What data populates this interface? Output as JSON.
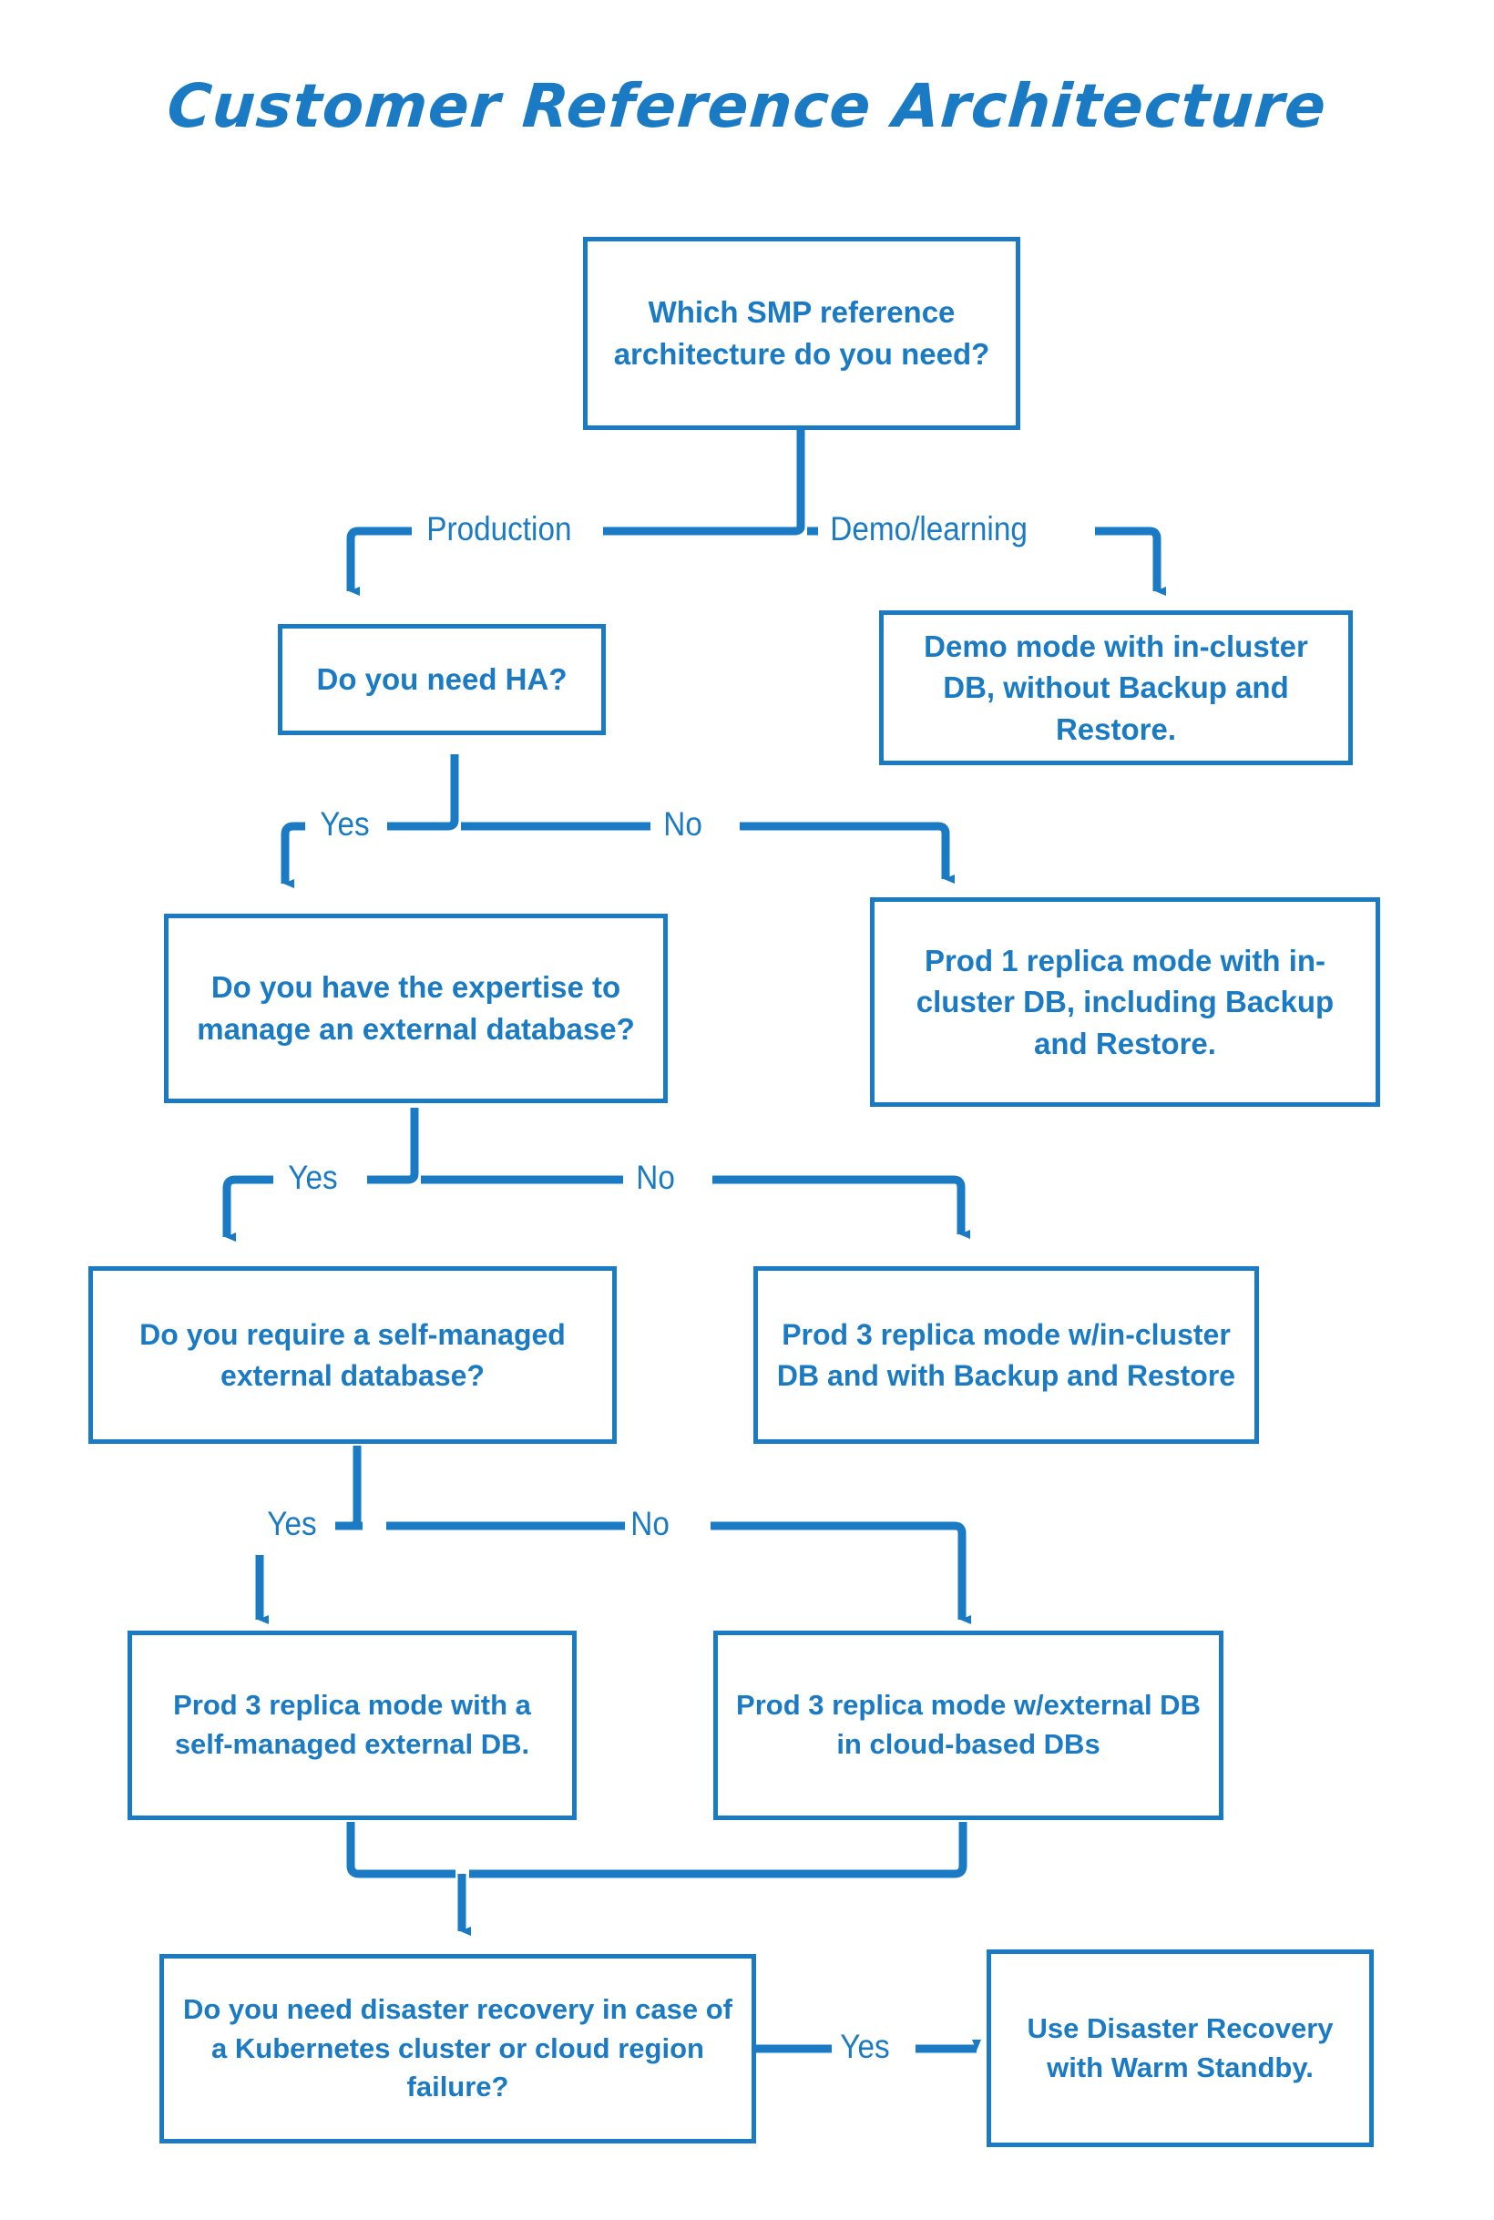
{
  "page": {
    "title": "Customer Reference Architecture",
    "accent_color": "#1a7bc4",
    "background_color": "#ffffff"
  },
  "chart_data": {
    "type": "diagram",
    "diagram_kind": "decision-flowchart",
    "title": "Customer Reference Architecture",
    "nodes": [
      {
        "id": "q_root",
        "kind": "question",
        "text": "Which SMP reference architecture do you need?"
      },
      {
        "id": "q_ha",
        "kind": "question",
        "text": "Do you need HA?"
      },
      {
        "id": "o_demo",
        "kind": "outcome",
        "text": "Demo mode with in-cluster DB, without Backup and Restore."
      },
      {
        "id": "q_expertise",
        "kind": "question",
        "text": "Do you have the expertise to manage an external database?"
      },
      {
        "id": "o_prod1",
        "kind": "outcome",
        "text": "Prod 1 replica mode with in-cluster DB, including Backup and Restore."
      },
      {
        "id": "q_selfmanaged",
        "kind": "question",
        "text": "Do you require a self-managed external database?"
      },
      {
        "id": "o_prod3_incl",
        "kind": "outcome",
        "text": "Prod 3 replica mode w/in-cluster DB and with Backup and Restore"
      },
      {
        "id": "o_prod3_self",
        "kind": "outcome",
        "text": "Prod 3 replica mode with a self-managed external DB."
      },
      {
        "id": "o_prod3_cloud",
        "kind": "outcome",
        "text": "Prod 3 replica mode w/external DB in cloud-based DBs"
      },
      {
        "id": "q_dr",
        "kind": "question",
        "text": "Do you need disaster recovery in case of a Kubernetes cluster or cloud region failure?"
      },
      {
        "id": "o_dr",
        "kind": "outcome",
        "text": "Use Disaster Recovery with Warm Standby."
      }
    ],
    "edges": [
      {
        "from": "q_root",
        "to": "q_ha",
        "label": "Production"
      },
      {
        "from": "q_root",
        "to": "o_demo",
        "label": "Demo/learning"
      },
      {
        "from": "q_ha",
        "to": "q_expertise",
        "label": "Yes"
      },
      {
        "from": "q_ha",
        "to": "o_prod1",
        "label": "No"
      },
      {
        "from": "q_expertise",
        "to": "q_selfmanaged",
        "label": "Yes"
      },
      {
        "from": "q_expertise",
        "to": "o_prod3_incl",
        "label": "No"
      },
      {
        "from": "q_selfmanaged",
        "to": "o_prod3_self",
        "label": "Yes"
      },
      {
        "from": "q_selfmanaged",
        "to": "o_prod3_cloud",
        "label": "No"
      },
      {
        "from": "o_prod3_self",
        "to": "q_dr",
        "label": ""
      },
      {
        "from": "o_prod3_cloud",
        "to": "q_dr",
        "label": ""
      },
      {
        "from": "q_dr",
        "to": "o_dr",
        "label": "Yes"
      }
    ]
  },
  "labels": {
    "production": "Production",
    "demo_learning": "Demo/learning",
    "yes_1": "Yes",
    "no_1": "No",
    "yes_2": "Yes",
    "no_2": "No",
    "yes_3": "Yes",
    "no_3": "No",
    "yes_4": "Yes"
  }
}
